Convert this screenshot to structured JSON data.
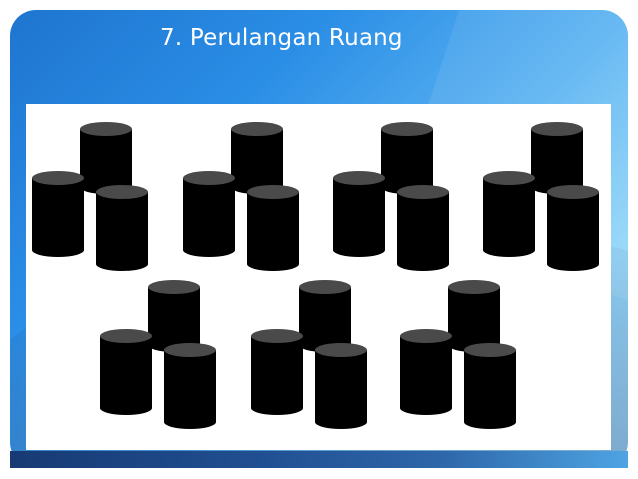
{
  "slide": {
    "title": "7. Perulangan Ruang"
  },
  "colors": {
    "frame_primary": "#2b8ee6",
    "frame_light": "#b7e6fb",
    "panel_background": "#ffffff",
    "shape_fill": "#000000",
    "shape_top": "#4a4a4a"
  },
  "figure": {
    "group_count": 7,
    "cylinders_per_group": 3
  }
}
